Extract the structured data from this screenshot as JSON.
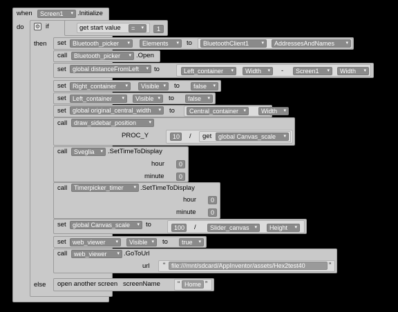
{
  "event": {
    "when": "when",
    "component": "Screen1",
    "method": ".Initialize"
  },
  "do_label": "do",
  "if_label": "if",
  "then_label": "then",
  "else_label": "else",
  "cond": {
    "get": "get start value",
    "op": "=",
    "value": "1"
  },
  "rows": {
    "r1": {
      "kw": "set",
      "comp": "Bluetooth_picker",
      "prop": "Elements",
      "to": "to",
      "rcomp": "BluetoothClient1",
      "rprop": "AddressesAndNames"
    },
    "r2": {
      "kw": "call",
      "comp": "Bluetooth_picker",
      "method": ".Open"
    },
    "r3": {
      "kw": "set",
      "var": "global distanceFromLeft",
      "to": "to",
      "a_comp": "Left_container",
      "a_prop": "Width",
      "op": "-",
      "b_comp": "Screen1",
      "b_prop": "Width"
    },
    "r4": {
      "kw": "set",
      "comp": "Right_container",
      "prop": "Visible",
      "to": "to",
      "val": "false"
    },
    "r5": {
      "kw": "set",
      "comp": "Left_container",
      "prop": "Visible",
      "to": "to",
      "val": "false"
    },
    "r6": {
      "kw": "set",
      "var": "global original_central_width",
      "to": "to",
      "rcomp": "Central_container",
      "rprop": "Width"
    },
    "r7": {
      "kw": "call",
      "proc": "draw_sidebar_position",
      "arg": "PROC_Y",
      "num": "10",
      "op": "/",
      "get": "get",
      "var": "global Canvas_scale"
    },
    "r8": {
      "kw": "call",
      "comp": "Sveglia",
      "method": ".SetTimeToDisplay",
      "hour": "hour",
      "hour_v": "0",
      "minute": "minute",
      "minute_v": "0"
    },
    "r9": {
      "kw": "call",
      "comp": "Timerpicker_timer",
      "method": ".SetTimeToDisplay",
      "hour": "hour",
      "hour_v": "0",
      "minute": "minute",
      "minute_v": "0"
    },
    "r10": {
      "kw": "set",
      "var": "global Canvas_scale",
      "to": "to",
      "num": "100",
      "op": "/",
      "rcomp": "Slider_canvas",
      "rprop": "Height"
    },
    "r11": {
      "kw": "set",
      "comp": "web_viewer",
      "prop": "Visible",
      "to": "to",
      "val": "true"
    },
    "r12": {
      "kw": "call",
      "comp": "web_viewer",
      "method": ".GoToUrl",
      "arg": "url",
      "q1": "“",
      "val": "file:///mnt/sdcard/AppInventor/assets/Hex2test40",
      "q2": "”"
    }
  },
  "else_row": {
    "text": "open another screen",
    "arg": "screenName",
    "q1": "“",
    "val": "Home",
    "q2": "”"
  },
  "dropdown_arrow": "▾"
}
